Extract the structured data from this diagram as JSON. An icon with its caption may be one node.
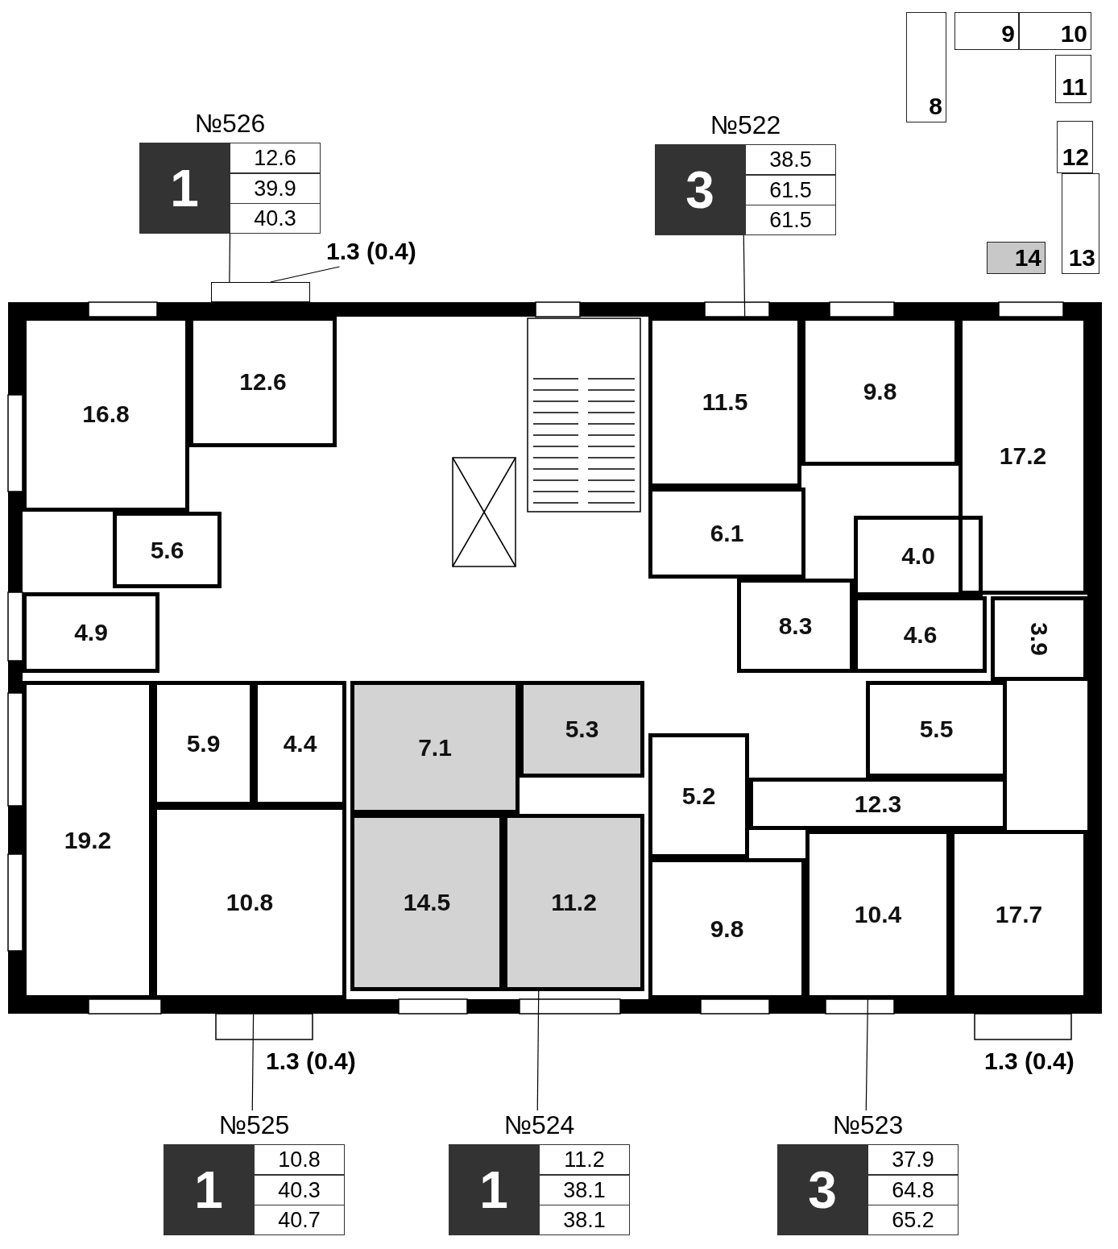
{
  "diagram": {
    "nodes": [
      {
        "text": [
          "№526",
          "1",
          "12.6",
          "39.9",
          "40.3"
        ]
      },
      {
        "text": [
          "1.3 (0.4)"
        ]
      },
      {
        "text": [],
        "shape": "box"
      },
      {
        "text": [
          "№522",
          "3",
          "38.5",
          "61.5",
          "61.5"
        ]
      },
      {
        "text": [
          "8"
        ]
      },
      {
        "text": [
          "9"
        ]
      },
      {
        "text": [
          "10"
        ]
      },
      {
        "text": [
          "11"
        ]
      },
      {
        "text": [
          "12"
        ]
      },
      {
        "text": [
          "13"
        ]
      },
      {
        "text": [
          "14"
        ]
      },
      {
        "text": [
          "16.8"
        ]
      },
      {
        "text": [
          "12.6"
        ]
      },
      {
        "text": [
          "11.5"
        ]
      },
      {
        "text": [
          "9.8"
        ]
      },
      {
        "text": [
          "17.2"
        ]
      },
      {
        "text": [
          "5.6"
        ]
      },
      {
        "text": [
          "6.1"
        ]
      },
      {
        "text": [
          "4.0"
        ]
      },
      {
        "text": [
          "4.9"
        ]
      },
      {
        "text": [
          "8.3"
        ]
      },
      {
        "text": [
          "4.6"
        ]
      },
      {
        "text": [
          "3.9"
        ]
      },
      {
        "text": [
          "5.9"
        ]
      },
      {
        "text": [
          "4.4"
        ]
      },
      {
        "text": [
          "5.3"
        ]
      },
      {
        "text": [
          "5.5"
        ]
      },
      {
        "text": [
          "7.1"
        ]
      },
      {
        "text": [
          "12.3"
        ]
      },
      {
        "text": [
          "5.2"
        ]
      },
      {
        "text": [
          "19.2"
        ]
      },
      {
        "text": [
          "10.8"
        ]
      },
      {
        "text": [
          "14.5"
        ]
      },
      {
        "text": [
          "11.2"
        ]
      },
      {
        "text": [
          "9.8"
        ]
      },
      {
        "text": [
          "10.4"
        ]
      },
      {
        "text": [
          "17.7"
        ]
      },
      {
        "text": [
          "№525",
          "1",
          "10.8",
          "40.3",
          "40.7"
        ]
      },
      {
        "text": [
          "№524",
          "1",
          "11.2",
          "38.1",
          "38.1"
        ]
      },
      {
        "text": [
          "№523",
          "3",
          "37.9",
          "64.8",
          "65.2"
        ]
      }
    ],
    "edges": [
      {
        "from": 0,
        "to": 12,
        "arrow": "none"
      },
      {
        "from": 1,
        "to": 2,
        "arrow": "none"
      },
      {
        "from": 3,
        "to": 13,
        "arrow": "none"
      },
      {
        "from": 37,
        "to": 31,
        "arrow": "none"
      },
      {
        "from": 38,
        "to": 33,
        "arrow": "none"
      },
      {
        "from": 39,
        "to": 35,
        "arrow": "none"
      }
    ],
    "labels": [
      "1.3 (0.4)",
      "1.3 (0.4)"
    ]
  }
}
